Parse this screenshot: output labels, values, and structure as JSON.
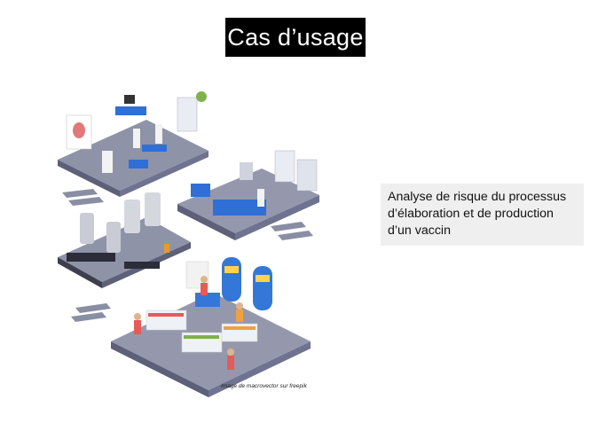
{
  "slide": {
    "title": "Cas d’usage",
    "description_lines": [
      "Analyse de risque du processus",
      "d’élaboration et de production",
      "d’un vaccin"
    ],
    "image_caption": "Image de macrovector sur freepik",
    "illustration_icon": "isometric-lab-factory-pharmacy-illustration"
  }
}
